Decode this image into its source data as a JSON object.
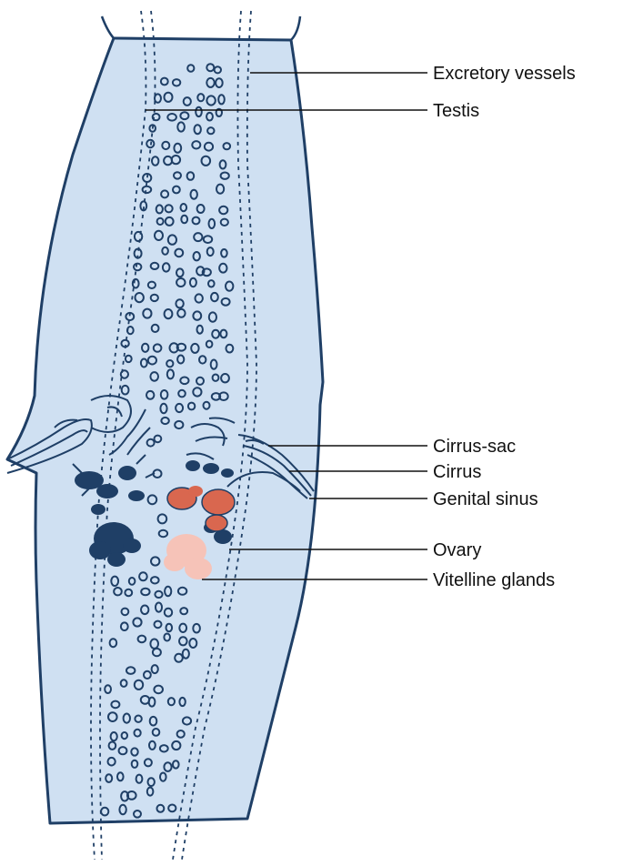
{
  "labels": {
    "excretory_vessels": "Excretory vessels",
    "testis": "Testis",
    "cirrus_sac": "Cirrus-sac",
    "cirrus": "Cirrus",
    "genital_sinus": "Genital sinus",
    "ovary": "Ovary",
    "vitelline_glands": "Vitelline glands"
  },
  "colors": {
    "body_fill": "#cfe0f2",
    "outline": "#1f3f66",
    "ovary": "#d9674f",
    "vitelline_pale": "#f6c3b8",
    "text": "#111111"
  }
}
